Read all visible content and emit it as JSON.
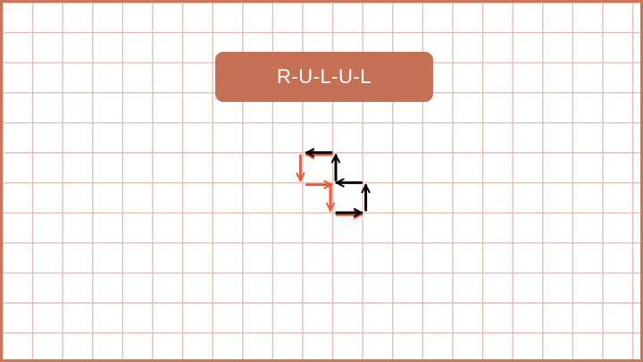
{
  "title": {
    "text": "R-U-L-U-L"
  },
  "colors": {
    "frame": "#c7775c",
    "grid": "#e2bfb6",
    "title_background": "#c67155",
    "title_text": "#ffffff",
    "path_original": "#000000",
    "path_reversed": "#f05a38"
  },
  "paths": [
    {
      "id": "black-path",
      "color_key": "path_original",
      "moves": [
        "R",
        "U",
        "L",
        "U",
        "L"
      ]
    },
    {
      "id": "orange-path",
      "color_key": "path_reversed",
      "moves": [
        "L",
        "D",
        "R",
        "D",
        "R"
      ]
    }
  ]
}
